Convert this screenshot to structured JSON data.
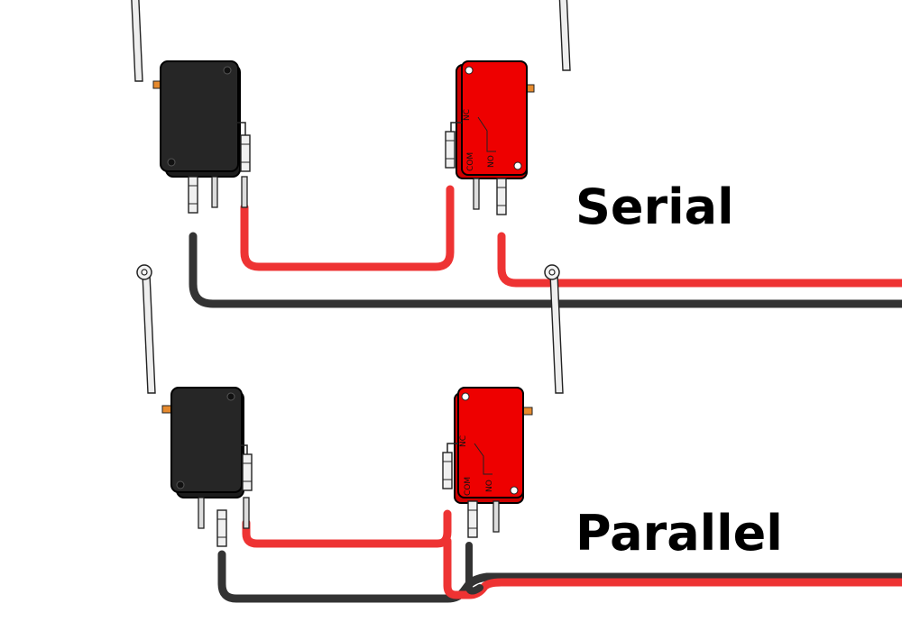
{
  "labels": {
    "serial": "Serial",
    "parallel": "Parallel"
  },
  "switch_markings": {
    "nc": "NC",
    "no": "NO",
    "com": "COM"
  },
  "colors": {
    "wire_red": "#ee3333",
    "wire_black": "#333333",
    "switch_black": "#1c1c1c",
    "switch_red": "#ee0000",
    "terminal": "#dddddd",
    "actuator_pin": "#e68a2e"
  }
}
